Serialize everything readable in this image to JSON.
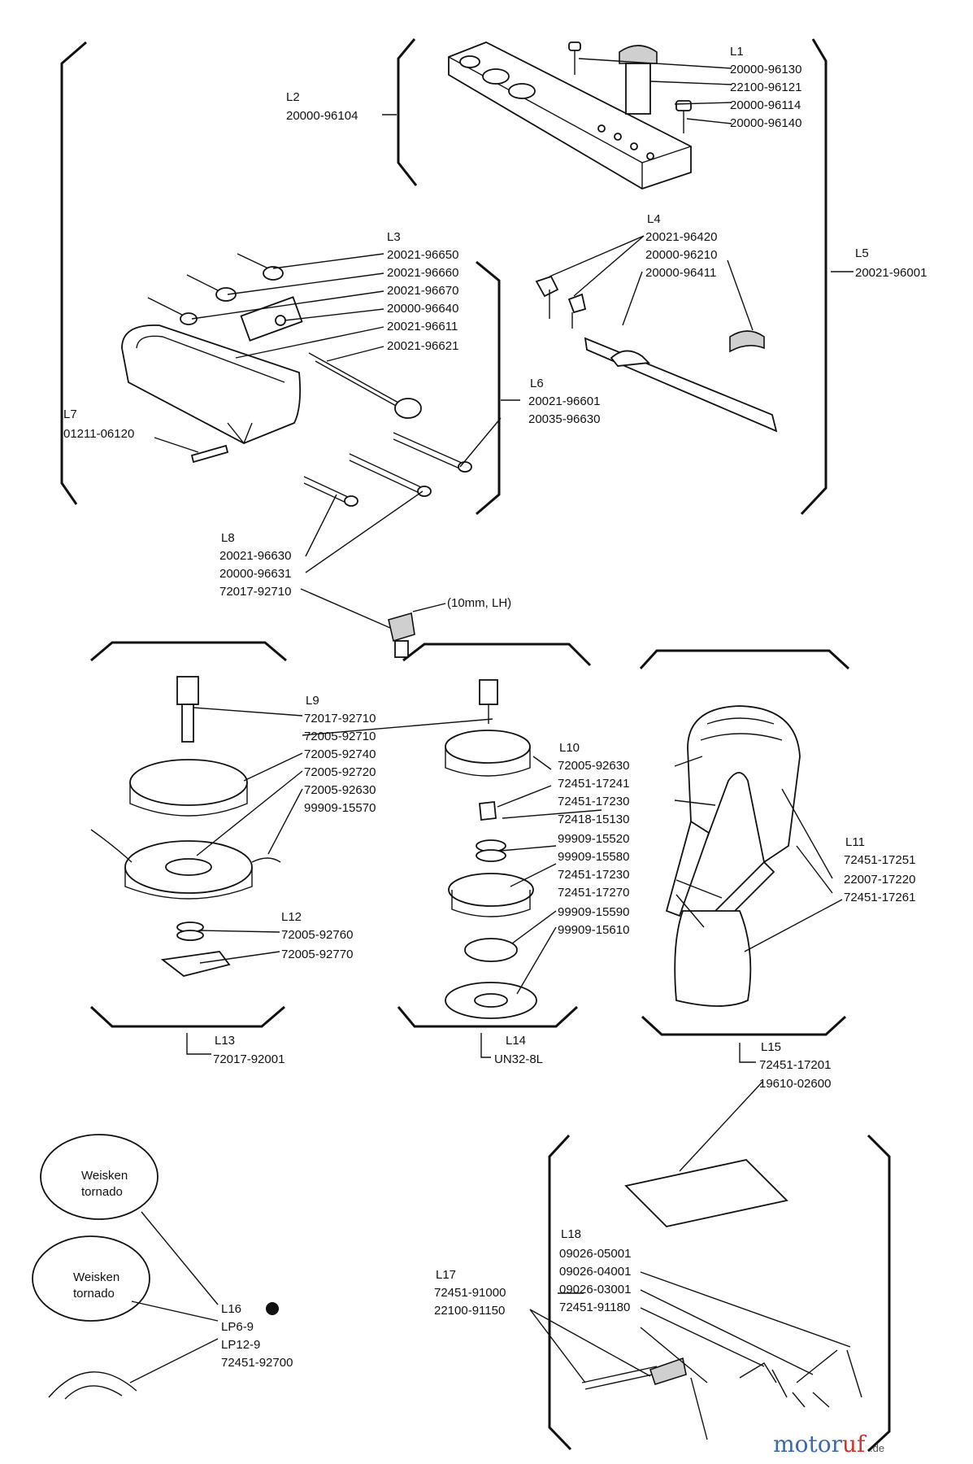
{
  "groups": {
    "L1": {
      "label": "L1",
      "parts": [
        "20000-96130",
        "22100-96121",
        "20000-96114",
        "20000-96140"
      ]
    },
    "L2": {
      "label": "L2",
      "parts": [
        "20000-96104"
      ]
    },
    "L3": {
      "label": "L3",
      "parts": [
        "20021-96650",
        "20021-96660",
        "20021-96670",
        "20000-96640",
        "20021-96611",
        "20021-96621"
      ]
    },
    "L4": {
      "label": "L4",
      "parts": [
        "20021-96420",
        "20000-96210",
        "20000-96411"
      ]
    },
    "L5": {
      "label": "L5",
      "parts": [
        "20021-96001"
      ]
    },
    "L6": {
      "label": "L6",
      "parts": [
        "20021-96601",
        "20035-96630"
      ]
    },
    "L7": {
      "label": "L7",
      "parts": [
        "01211-06120"
      ]
    },
    "L8": {
      "label": "L8",
      "parts": [
        "20021-96630",
        "20000-96631",
        "72017-92710"
      ]
    },
    "L9": {
      "label": "L9",
      "parts": [
        "72017-92710",
        "72005-92710",
        "72005-92740",
        "72005-92720",
        "72005-92630",
        "99909-15570"
      ]
    },
    "L10": {
      "label": "L10",
      "parts": [
        "72005-92630",
        "72451-17241",
        "72451-17230",
        "72418-15130",
        "99909-15520",
        "99909-15580",
        "72451-17230",
        "72451-17270",
        "99909-15590",
        "99909-15610"
      ]
    },
    "L11": {
      "label": "L11",
      "parts": [
        "72451-17251",
        "22007-17220",
        "72451-17261"
      ]
    },
    "L12": {
      "label": "L12",
      "parts": [
        "72005-92760",
        "72005-92770"
      ]
    },
    "L13": {
      "label": "L13",
      "parts": [
        "72017-92001"
      ]
    },
    "L14": {
      "label": "L14",
      "parts": [
        "UN32-8L"
      ]
    },
    "L15": {
      "label": "L15",
      "parts": [
        "72451-17201",
        "19610-02600"
      ]
    },
    "L16": {
      "label": "L16",
      "parts": [
        "LP6-9",
        "LP12-9",
        "72451-92700"
      ]
    },
    "L17": {
      "label": "L17",
      "parts": [
        "72451-91000",
        "22100-91150"
      ]
    },
    "L18": {
      "label": "L18",
      "parts": [
        "09026-05001",
        "09026-04001",
        "09026-03001",
        "72451-91180"
      ]
    }
  },
  "note_nut": "(10mm, LH)",
  "spool_text_1": "Weisken",
  "spool_text_2": "tornado",
  "watermark": {
    "part1": "motor",
    "part2": "uf",
    "suffix": ".de",
    "color_blue": "#3a6aa8",
    "color_red": "#d2332b"
  }
}
